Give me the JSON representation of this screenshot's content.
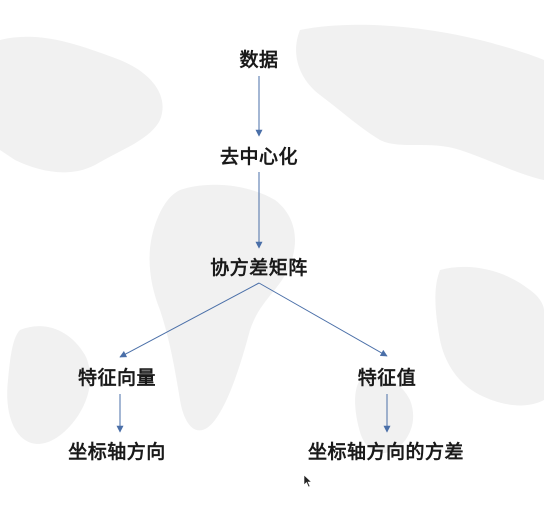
{
  "diagram": {
    "nodes": [
      {
        "id": "data",
        "label": "数据"
      },
      {
        "id": "centering",
        "label": "去中心化"
      },
      {
        "id": "covariance",
        "label": "协方差矩阵"
      },
      {
        "id": "eigenvector",
        "label": "特征向量"
      },
      {
        "id": "eigenvalue",
        "label": "特征值"
      },
      {
        "id": "axis_direction",
        "label": "坐标轴方向"
      },
      {
        "id": "axis_variance",
        "label": "坐标轴方向的方差"
      }
    ],
    "edges": [
      {
        "from": "data",
        "to": "centering"
      },
      {
        "from": "centering",
        "to": "covariance"
      },
      {
        "from": "covariance",
        "to": "eigenvector"
      },
      {
        "from": "covariance",
        "to": "eigenvalue"
      },
      {
        "from": "eigenvector",
        "to": "axis_direction"
      },
      {
        "from": "eigenvalue",
        "to": "axis_variance"
      }
    ]
  },
  "colors": {
    "arrow": "#4a6fa8",
    "text": "#1a1a1a",
    "map": "#ececec"
  }
}
